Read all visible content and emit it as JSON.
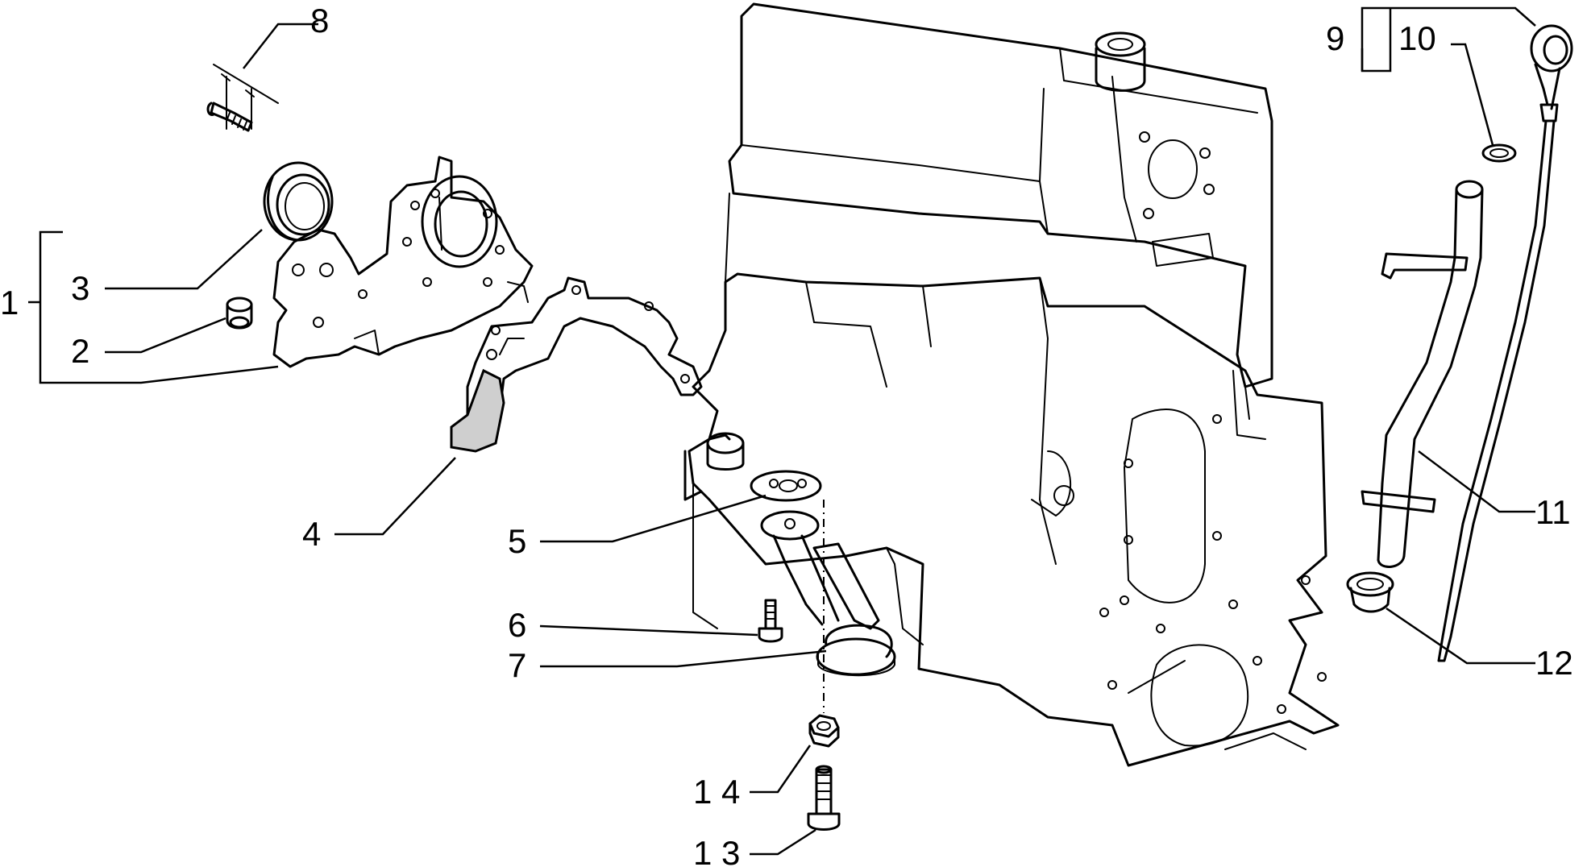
{
  "callouts": [
    {
      "id": "1",
      "label": "1"
    },
    {
      "id": "2",
      "label": "2"
    },
    {
      "id": "3",
      "label": "3"
    },
    {
      "id": "4",
      "label": "4"
    },
    {
      "id": "5",
      "label": "5"
    },
    {
      "id": "6",
      "label": "6"
    },
    {
      "id": "7",
      "label": "7"
    },
    {
      "id": "8",
      "label": "8"
    },
    {
      "id": "9",
      "label": "9"
    },
    {
      "id": "10",
      "label": "10"
    },
    {
      "id": "11",
      "label": "11"
    },
    {
      "id": "12",
      "label": "12"
    },
    {
      "id": "13",
      "label": "1 3"
    },
    {
      "id": "14",
      "label": "1 4"
    }
  ]
}
